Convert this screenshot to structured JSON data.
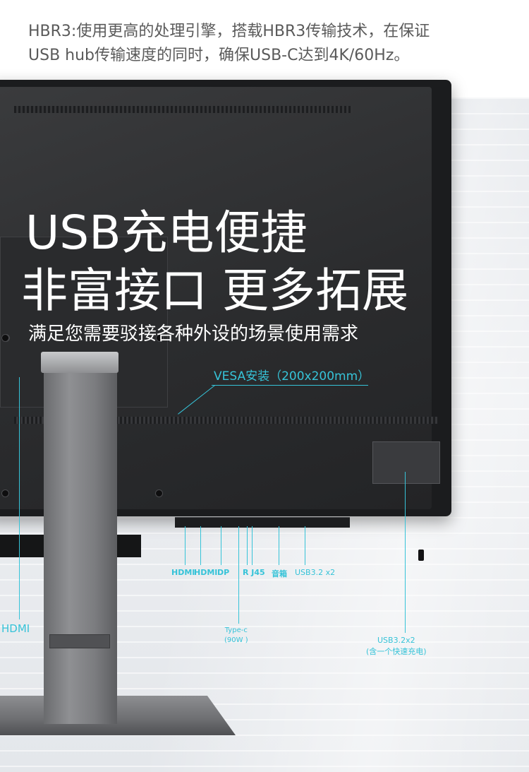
{
  "intro": {
    "line1": "HBR3:使用更高的处理引擎，搭载HBR3传输技术，在保证",
    "line2": "USB hub传输速度的同时，确保USB-C达到4K/60Hz。"
  },
  "headline": {
    "line1": "USB充电便捷",
    "line2": "非富接口 更多拓展",
    "subheading": "满足您需要驳接各种外设的场景使用需求"
  },
  "callouts": {
    "vesa": "VESA安装（200x200mm）",
    "ports": [
      "HDMI",
      "HDMI",
      "DP",
      "R J45",
      "音箱",
      "USB3.2 x2"
    ],
    "hdmi_left": "HDMI",
    "typec": [
      "Type-c",
      "(90W )"
    ],
    "usb_right": [
      "USB3.2x2",
      "(含一个快速充电)"
    ]
  },
  "colors": {
    "callout_accent": "#36c3d8",
    "headline_text": "#ffffff",
    "intro_text": "#5a5a5a"
  }
}
